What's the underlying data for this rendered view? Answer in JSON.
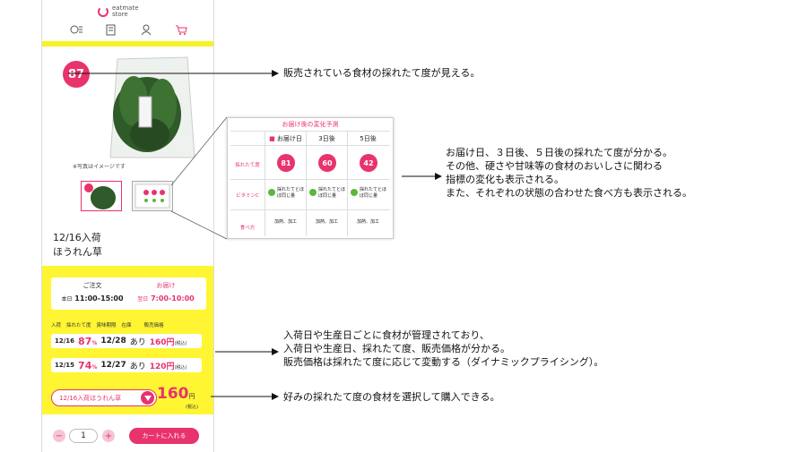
{
  "app": {
    "logo_line1": "eatmate",
    "logo_line2": "store"
  },
  "nav": {
    "icons": [
      "menu-list-icon",
      "document-icon",
      "user-icon",
      "cart-icon"
    ]
  },
  "product": {
    "freshness": "87",
    "image_note": "※写真はイメージです",
    "arrival": "12/16入荷",
    "name": "ほうれん草"
  },
  "order": {
    "order_label": "ご注文",
    "order_day": "本日",
    "order_time": "11:00-15:00",
    "delivery_label": "お届け",
    "delivery_day": "翌日",
    "delivery_time": "7:00-10:00"
  },
  "stock_table": {
    "headers": [
      "入荷",
      "採れたて度",
      "賞味期限",
      "在庫",
      "販売価格"
    ],
    "rows": [
      {
        "arrival": "12/16",
        "freshness": "87",
        "unit": "%",
        "expiry": "12/28",
        "stock": "あり",
        "price": "160円",
        "tax": "(税込)"
      },
      {
        "arrival": "12/15",
        "freshness": "74",
        "unit": "%",
        "expiry": "12/27",
        "stock": "あり",
        "price": "120円",
        "tax": "(税込)"
      }
    ]
  },
  "selection": {
    "value": "12/16入荷ほうれん草",
    "price": "160",
    "yen": "円",
    "tax": "(税込)"
  },
  "cart": {
    "minus": "−",
    "quantity": "1",
    "plus": "+",
    "button": "カートに入れる"
  },
  "forecast": {
    "title": "お届け後の変化予測",
    "columns": [
      "お届け日",
      "3日後",
      "5日後"
    ],
    "row_labels": [
      "採れたて度",
      "ビタミンC",
      "食べ方"
    ],
    "freshness": [
      "81",
      "60",
      "42"
    ],
    "vitamin": [
      "採れたてとほぼ同じ量",
      "採れたてとほぼ同じ量",
      "採れたてとほぼ同じ量"
    ],
    "eat": [
      "加熱、加工",
      "加熱、加工",
      "加熱、加工"
    ]
  },
  "annotations": {
    "a1": "販売されている食材の採れたて度が見える。",
    "a2_1": "お届け日、３日後、５日後の採れたて度が分かる。",
    "a2_2": "その他、硬さや甘味等の食材のおいしさに関わる",
    "a2_3": "指標の変化も表示される。",
    "a2_4": "また、それぞれの状態の合わせた食べ方も表示される。",
    "a3_1": "入荷日や生産日ごとに食材が管理されており、",
    "a3_2": "入荷日や生産日、採れたて度、販売価格が分かる。",
    "a3_3": "販売価格は採れたて度に応じて変動する（ダイナミックプライシング）。",
    "a4": "好みの採れたて度の食材を選択して購入できる。"
  },
  "colors": {
    "accent": "#e8336c",
    "highlight": "#fff533",
    "vitamin": "#5cb83a"
  }
}
